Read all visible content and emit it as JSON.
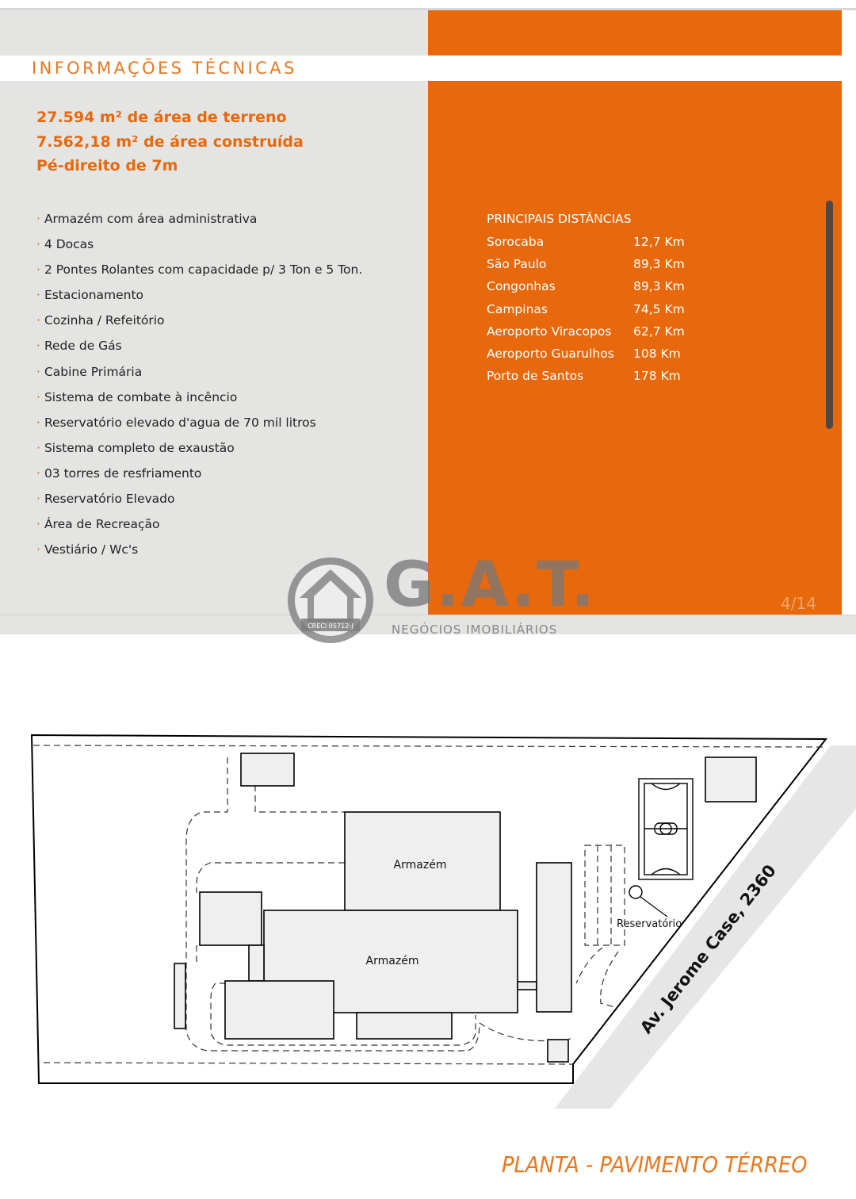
{
  "header": {
    "section_title": "INFORMAÇÕES TÉCNICAS"
  },
  "specs": {
    "land_area": "27.594 m² de área de terreno",
    "built_area": "7.562,18 m² de área construída",
    "ceiling": "Pé-direito de 7m"
  },
  "features": [
    "Armazém com área administrativa",
    "4 Docas",
    "2 Pontes Rolantes com capacidade p/ 3 Ton e 5 Ton.",
    "Estacionamento",
    "Cozinha / Refeitório",
    "Rede de Gás",
    "Cabine Primária",
    "Sistema de combate à incêncio",
    "Reservatório elevado d'agua de 70 mil litros",
    "Sistema completo de exaustão",
    "03 torres de resfriamento",
    "Reservatório Elevado",
    "Área de Recreação",
    "Vestiário / Wc's"
  ],
  "distances": {
    "title": "PRINCIPAIS DISTÂNCIAS",
    "rows": [
      {
        "place": "Sorocaba",
        "distance": "12,7 Km"
      },
      {
        "place": "São Paulo",
        "distance": "89,3 Km"
      },
      {
        "place": "Congonhas",
        "distance": "89,3 Km"
      },
      {
        "place": "Campinas",
        "distance": "74,5 Km"
      },
      {
        "place": "Aeroporto Viracopos",
        "distance": "62,7 Km"
      },
      {
        "place": "Aeroporto Guarulhos",
        "distance": "108 Km"
      },
      {
        "place": "Porto de Santos",
        "distance": "178 Km"
      }
    ]
  },
  "page": {
    "indicator": "4/14"
  },
  "logo": {
    "name": "G.A.T.",
    "tagline": "NEGÓCIOS IMOBILIÁRIOS",
    "creci": "CRECI 05712-J"
  },
  "plan": {
    "title": "PLANTA - PAVIMENTO TÉRREO",
    "warehouse_upper_label": "Armazém",
    "warehouse_lower_label": "Armazém",
    "reservoir_label": "Reservatório",
    "street_label": "Av. Jerome Case, 2360"
  },
  "colors": {
    "brand_orange": "#e8680c",
    "panel_grey": "#e4e4e2",
    "title_orange": "#e8771f"
  }
}
